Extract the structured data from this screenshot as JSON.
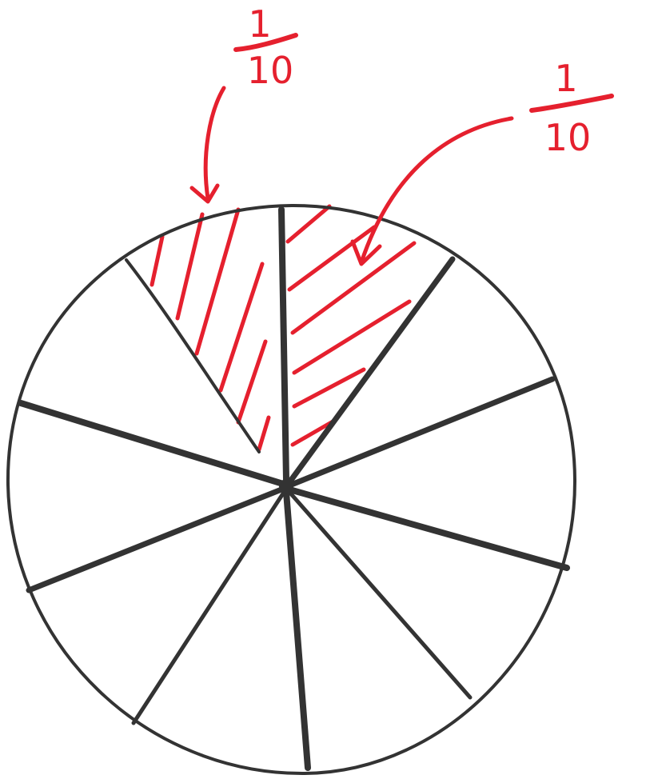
{
  "colors": {
    "ink": "#333333",
    "annotation": "#e5202e",
    "background": "#ffffff"
  },
  "diagram": {
    "shape": "circle",
    "total_parts": 10,
    "shaded_parts": 2
  },
  "labels": [
    {
      "numerator": "1",
      "denominator": "10"
    },
    {
      "numerator": "1",
      "denominator": "10"
    }
  ]
}
